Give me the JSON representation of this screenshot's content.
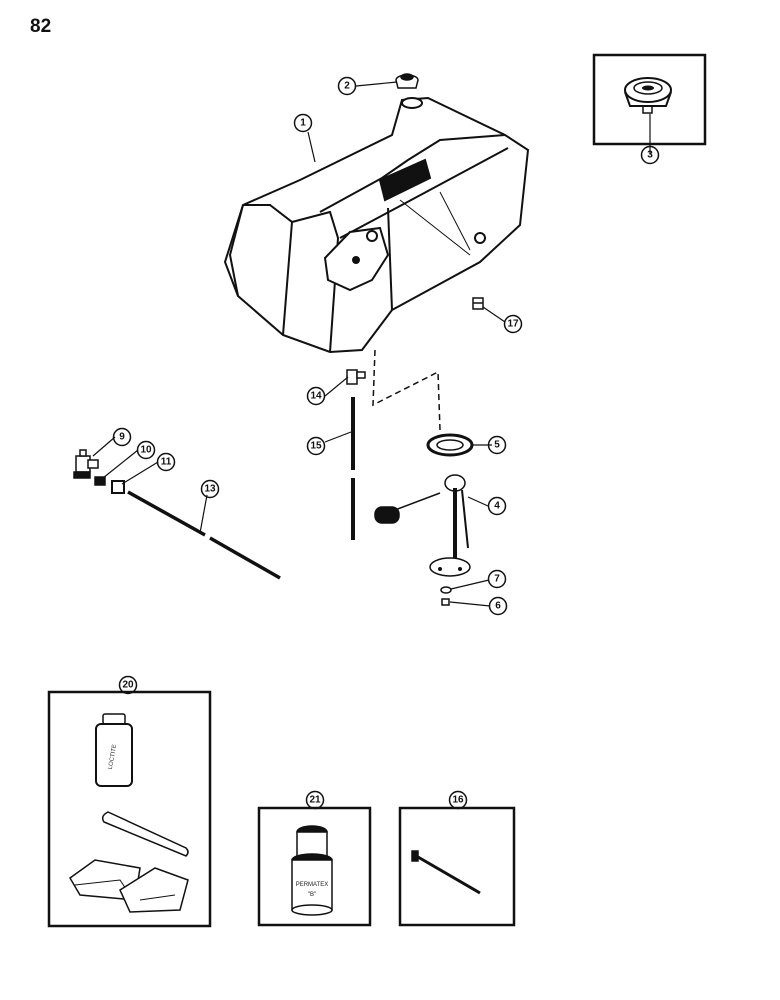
{
  "page": {
    "number": "82"
  },
  "callouts": [
    "1",
    "2",
    "3",
    "4",
    "5",
    "6",
    "7",
    "9",
    "10",
    "11",
    "13",
    "14",
    "15",
    "16",
    "17",
    "20",
    "21"
  ],
  "labels": {
    "bottle": "LOCTITE",
    "can_line1": "PERMATEX",
    "can_line2": "\"B\""
  },
  "colors": {
    "ink": "#111111",
    "paper": "#ffffff"
  }
}
